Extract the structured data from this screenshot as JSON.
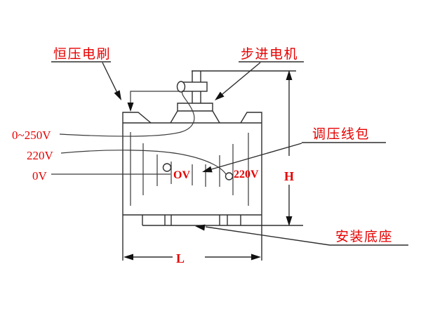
{
  "diagram": {
    "callouts": {
      "brush": "恒压电刷",
      "stepper_motor": "步进电机",
      "coil": "调压线包",
      "mounting_base": "安装底座"
    },
    "terminals": {
      "output_range": "0~250V",
      "input_220": "220V",
      "zero": "0V",
      "tap_zero": "OV",
      "tap_220": "220V"
    },
    "dimensions": {
      "height": "H",
      "length": "L"
    },
    "colors": {
      "label_red": "#e60000",
      "line": "#2e2e2e",
      "background": "#ffffff"
    }
  }
}
